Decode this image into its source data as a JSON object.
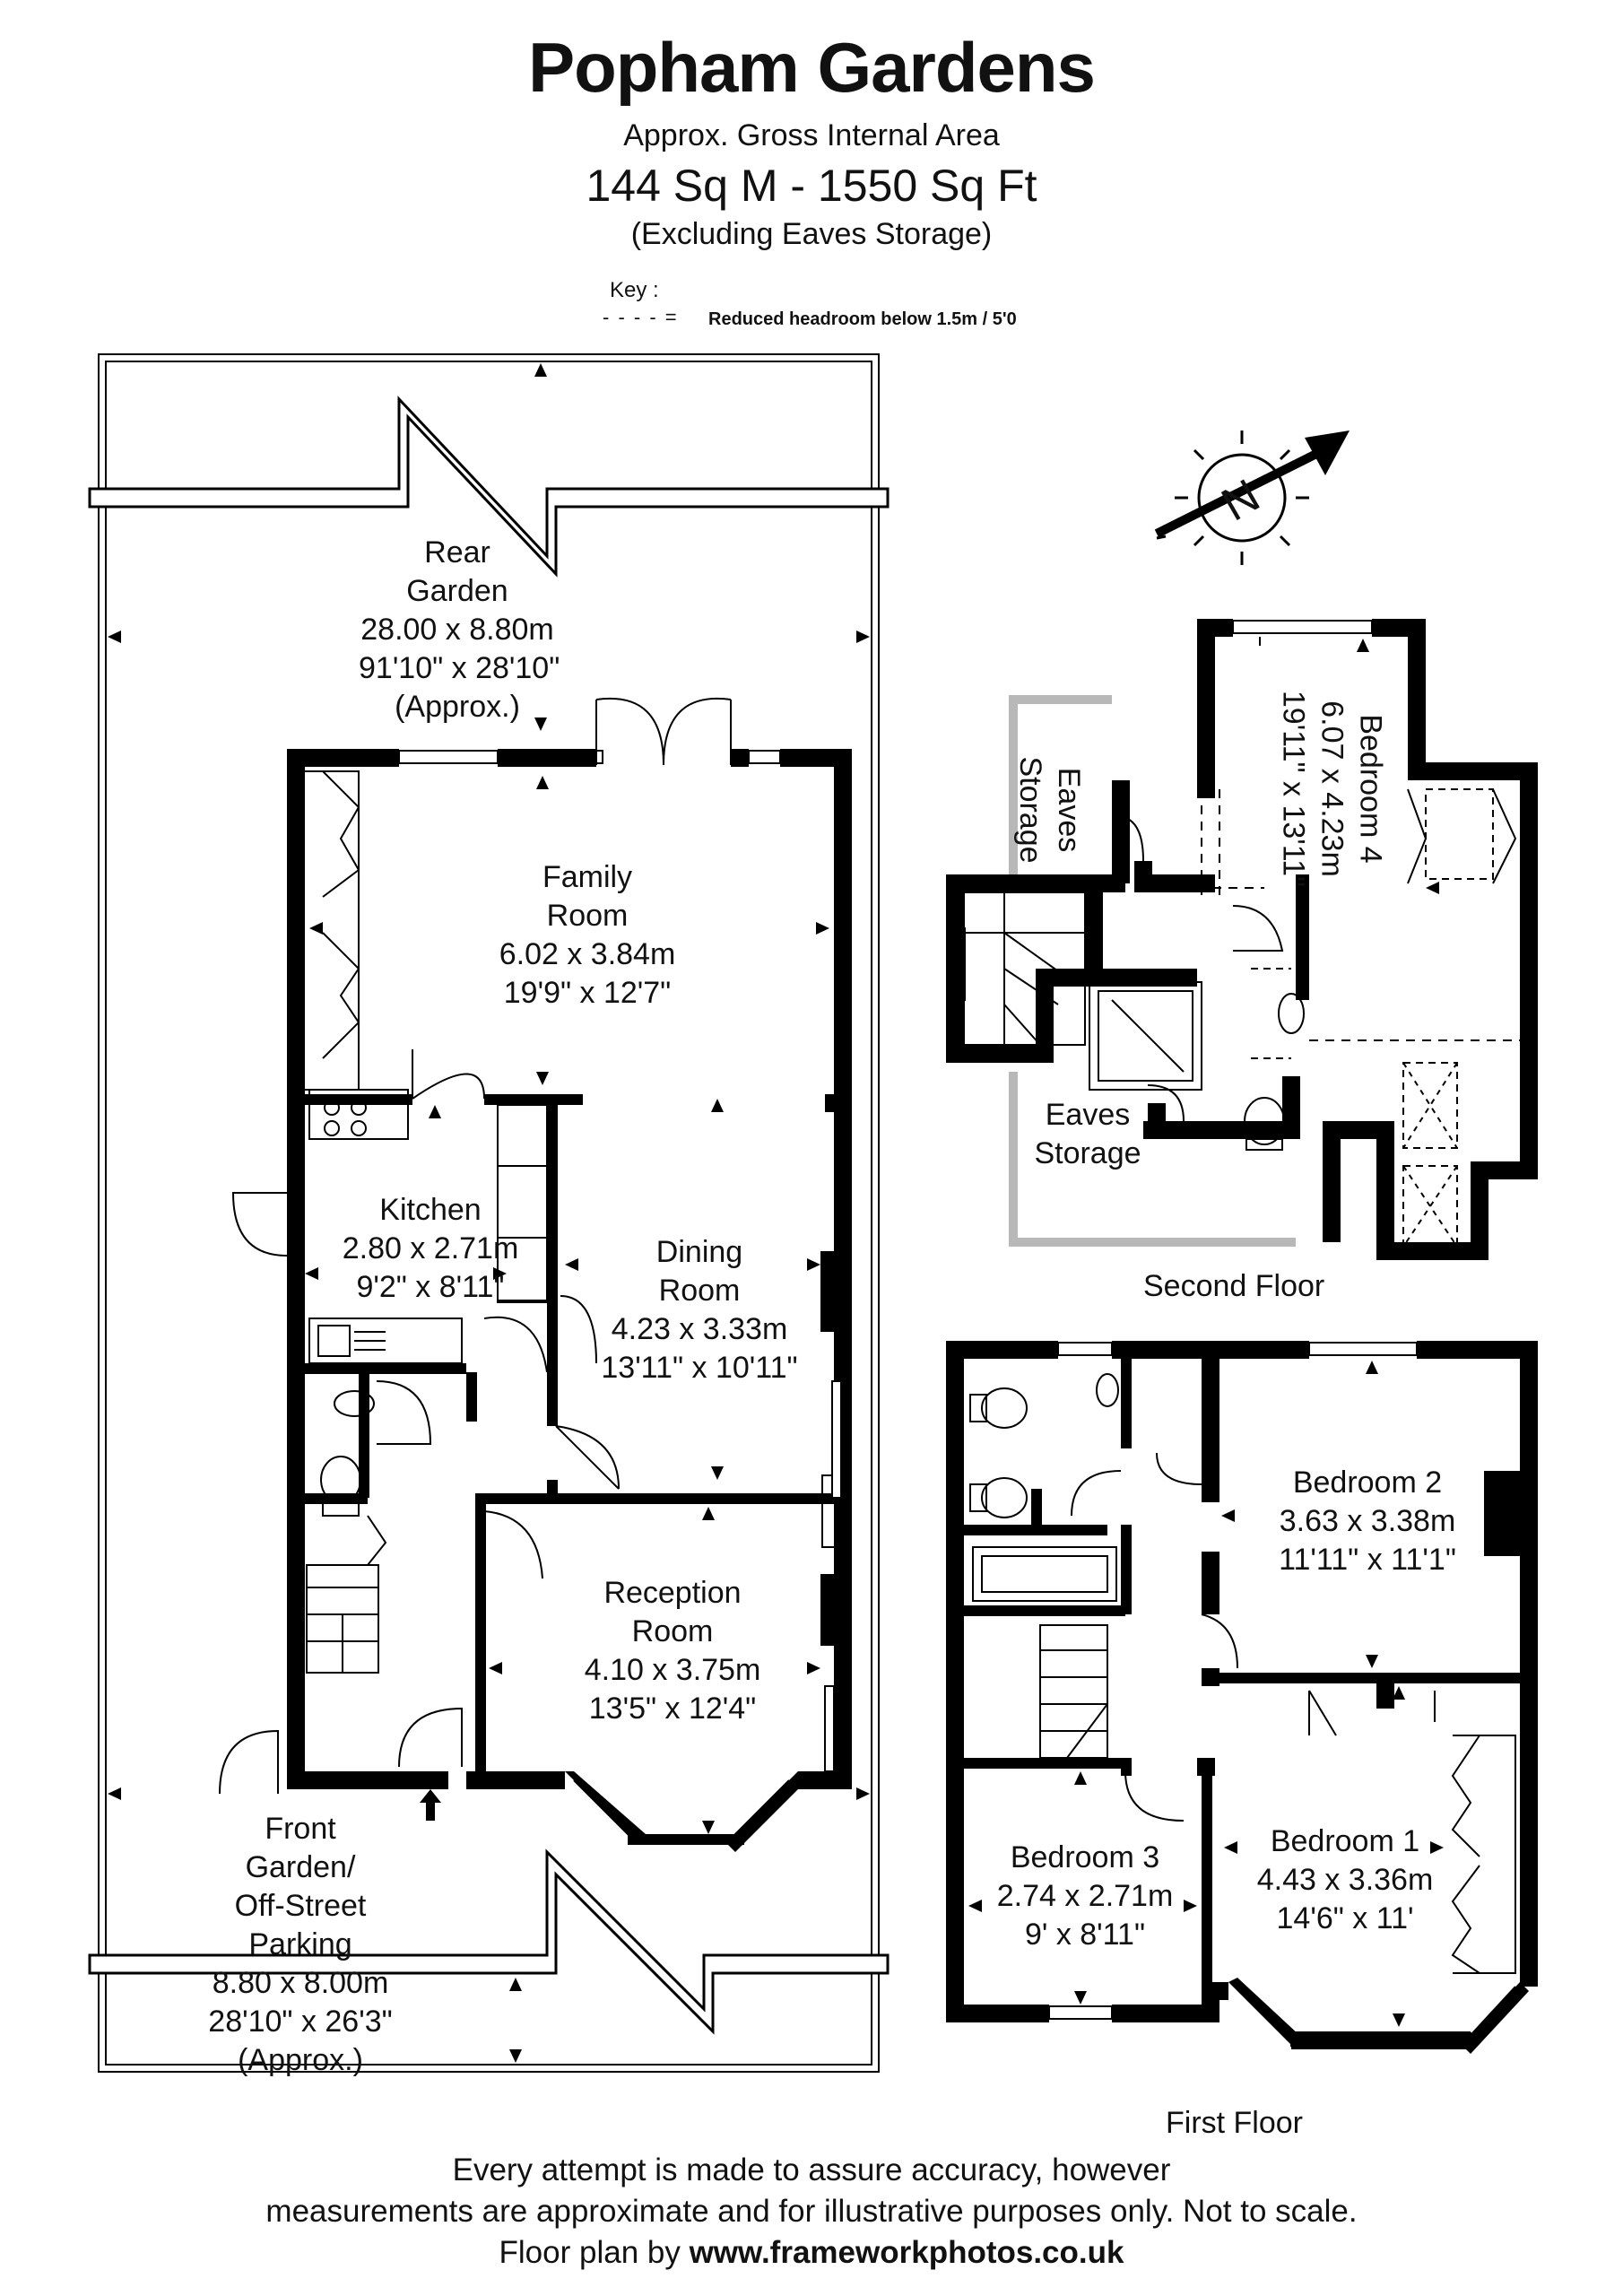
{
  "header": {
    "title": "Popham Gardens",
    "area_label": "Approx. Gross Internal Area",
    "area_value": "144 Sq M  -  1550 Sq Ft",
    "area_note": "(Excluding Eaves Storage)"
  },
  "key": {
    "label": "Key :",
    "dashes": "- - - - =",
    "description": "Reduced  headroom below 1.5m / 5'0"
  },
  "compass": {
    "letter": "N"
  },
  "ground_floor": {
    "rear_garden": {
      "name_line1": "Rear",
      "name_line2": "Garden",
      "metric": "28.00 x 8.80m",
      "imperial": "91'10\" x 28'10\"",
      "note": "(Approx.)"
    },
    "family_room": {
      "name_line1": "Family",
      "name_line2": "Room",
      "metric": "6.02 x 3.84m",
      "imperial": "19'9\" x 12'7\""
    },
    "kitchen": {
      "name": "Kitchen",
      "metric": "2.80 x 2.71m",
      "imperial": "9'2\" x 8'11\""
    },
    "dining_room": {
      "name_line1": "Dining",
      "name_line2": "Room",
      "metric": "4.23 x 3.33m",
      "imperial": "13'11\" x 10'11\""
    },
    "reception_room": {
      "name_line1": "Reception",
      "name_line2": "Room",
      "metric": "4.10 x 3.75m",
      "imperial": "13'5\" x 12'4\""
    },
    "front_garden": {
      "name_line1": "Front",
      "name_line2": "Garden/",
      "name_line3": "Off-Street",
      "name_line4": "Parking",
      "metric": "8.80 x 8.00m",
      "imperial": "28'10\" x 26'3\"",
      "note": "(Approx.)"
    }
  },
  "second_floor": {
    "label": "Second Floor",
    "bedroom4": {
      "name": "Bedroom 4",
      "metric": "6.07 x 4.23m",
      "imperial": "19'11\" x 13'11\""
    },
    "eaves_storage_top": {
      "line1": "Eaves",
      "line2": "Storage"
    },
    "eaves_storage_bottom": {
      "line1": "Eaves",
      "line2": "Storage"
    }
  },
  "first_floor": {
    "label": "First Floor",
    "bedroom2": {
      "name": "Bedroom 2",
      "metric": "3.63 x 3.38m",
      "imperial": "11'11\" x 11'1\""
    },
    "bedroom3": {
      "name": "Bedroom 3",
      "metric": "2.74 x 2.71m",
      "imperial": "9' x 8'11\""
    },
    "bedroom1": {
      "name": "Bedroom 1",
      "metric": "4.43 x 3.36m",
      "imperial": "14'6\" x 11'"
    }
  },
  "footer": {
    "line1": "Every attempt is made to assure accuracy, however",
    "line2": "measurements are approximate and for illustrative purposes only. Not to scale.",
    "line3_prefix": "Floor plan by ",
    "line3_link": "www.frameworkphotos.co.uk"
  },
  "colors": {
    "wall": "#000000",
    "eaves_wall": "#b8b8b8",
    "background": "#ffffff"
  }
}
